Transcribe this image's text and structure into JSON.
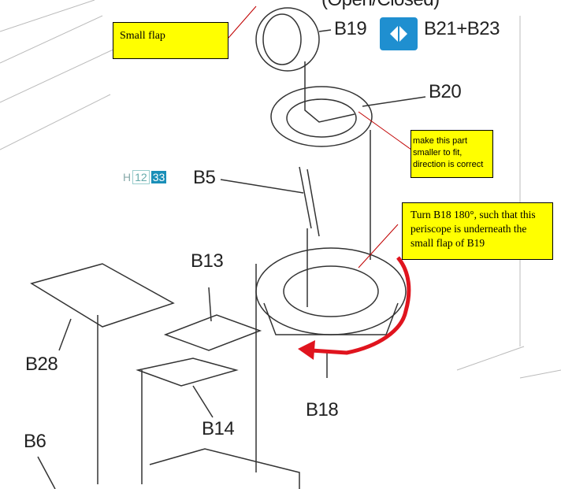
{
  "header_partial": "(Open/Closed)",
  "parts": {
    "b19": "B19",
    "b21_b23": "B21+B23",
    "b20": "B20",
    "b5": "B5",
    "b13": "B13",
    "b28": "B28",
    "b14": "B14",
    "b18": "B18",
    "b6": "B6"
  },
  "part_ref": {
    "prefix": "H",
    "page": "12",
    "step": "33"
  },
  "annotations": {
    "small_flap": "Small flap",
    "make_smaller": "make this part smaller to fit, direction is correct",
    "turn_b18": "Turn B18 180°, such that this periscope is underneath the small flap of B19"
  },
  "colors": {
    "note_bg": "#ffff00",
    "arrow": "#e0141e",
    "pointer": "#c00000",
    "ref_badge": "#1f8fd0"
  }
}
